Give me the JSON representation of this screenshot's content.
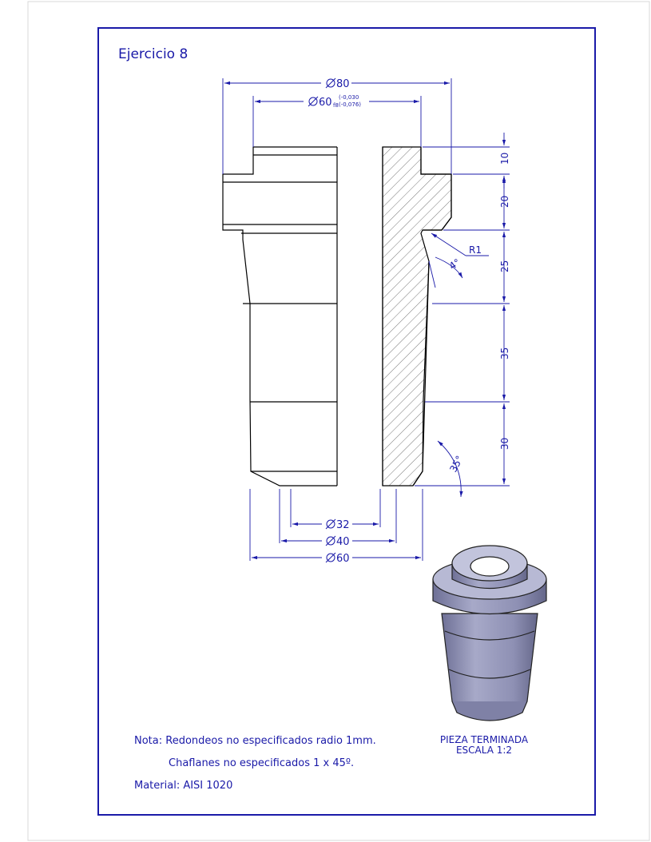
{
  "sheet": {
    "title": "Ejercicio 8",
    "notes": {
      "line1": "Nota: Redondeos no especificados radio 1mm.",
      "line2": "Chaflanes no especificados 1 x 45º.",
      "material": "Material: AISI 1020"
    },
    "finished_piece": {
      "line1": "PIEZA TERMINADA",
      "line2": "ESCALA 1:2"
    }
  },
  "dimensions": {
    "top_outer": "80",
    "top_fit": "60",
    "fit_class": "f8",
    "fit_upper": "(-0,030",
    "fit_lower": "(-0,076)",
    "vertical": [
      "10",
      "20",
      "25",
      "35",
      "30"
    ],
    "radius": "R1",
    "taper_angle": "4°",
    "chamfer_angle": "35°",
    "bottom_bore": "32",
    "bottom_chamfer": "40",
    "bottom_outer": "60"
  },
  "colors": {
    "frame": "#1a1aa8",
    "line": "#000000",
    "dimension": "#1a1aa8",
    "render_body": "#8e90b4"
  }
}
